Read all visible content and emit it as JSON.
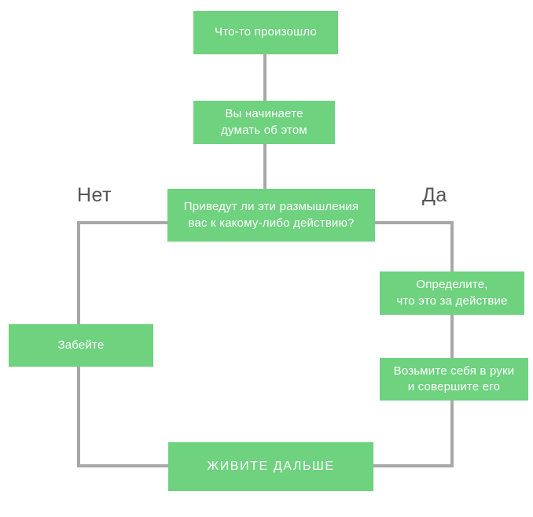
{
  "chart_data": {
    "type": "diagram",
    "title": "",
    "orientation": "top-down",
    "nodes": [
      {
        "id": "event",
        "label": "Что-то произошло",
        "shape": "rect",
        "role": "start"
      },
      {
        "id": "thinking",
        "label": "Вы начинаете\nдумать об этом",
        "shape": "rect",
        "role": "process"
      },
      {
        "id": "decision",
        "label": "Приведут ли эти размышления\nвас к какому-либо действию?",
        "shape": "rect",
        "role": "decision"
      },
      {
        "id": "identify",
        "label": "Определите,\nчто это за действие",
        "shape": "rect",
        "role": "process"
      },
      {
        "id": "act",
        "label": "Возьмите себя в руки\nи совершите его",
        "shape": "rect",
        "role": "process"
      },
      {
        "id": "letgo",
        "label": "Забейте",
        "shape": "rect",
        "role": "process"
      },
      {
        "id": "liveon",
        "label": "ЖИВИТЕ ДАЛЬШЕ",
        "shape": "rect",
        "role": "end"
      }
    ],
    "edges": [
      {
        "from": "event",
        "to": "thinking",
        "label": ""
      },
      {
        "from": "thinking",
        "to": "decision",
        "label": ""
      },
      {
        "from": "decision",
        "to": "letgo",
        "label": "Нет"
      },
      {
        "from": "decision",
        "to": "identify",
        "label": "Да"
      },
      {
        "from": "identify",
        "to": "act",
        "label": ""
      },
      {
        "from": "letgo",
        "to": "liveon",
        "label": ""
      },
      {
        "from": "act",
        "to": "liveon",
        "label": ""
      }
    ],
    "colors": {
      "node_fill": "#6ed27f",
      "node_text": "#ffffff",
      "connector": "#a8a8a8",
      "label_text": "#555555",
      "background": "#ffffff"
    }
  },
  "nodes": {
    "event": {
      "label": "Что-то произошло"
    },
    "thinking": {
      "label": "Вы начинаете\nдумать об этом"
    },
    "decision": {
      "label": "Приведут ли эти размышления\nвас к какому-либо действию?"
    },
    "identify": {
      "label": "Определите,\nчто это за действие"
    },
    "act": {
      "label": "Возьмите себя в руки\nи совершите его"
    },
    "letgo": {
      "label": "Забейте"
    },
    "liveon": {
      "label": "ЖИВИТЕ ДАЛЬШЕ"
    }
  },
  "branch_labels": {
    "no": "Нет",
    "yes": "Да"
  }
}
